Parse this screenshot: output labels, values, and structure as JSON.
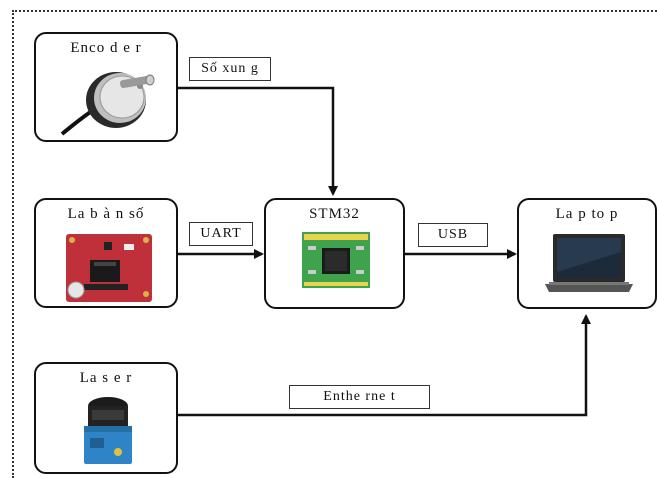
{
  "nodes": {
    "encoder": {
      "title": "Enco d e r"
    },
    "compass": {
      "title": "La  b à n  số"
    },
    "mcu": {
      "title": "STM32"
    },
    "laptop": {
      "title": "La p to p"
    },
    "laser": {
      "title": "La s e r"
    }
  },
  "links": {
    "encoder_mcu": "Số  xun g",
    "compass_mcu": "UART",
    "mcu_laptop": "USB",
    "laser_laptop": "Enthe rne t"
  }
}
